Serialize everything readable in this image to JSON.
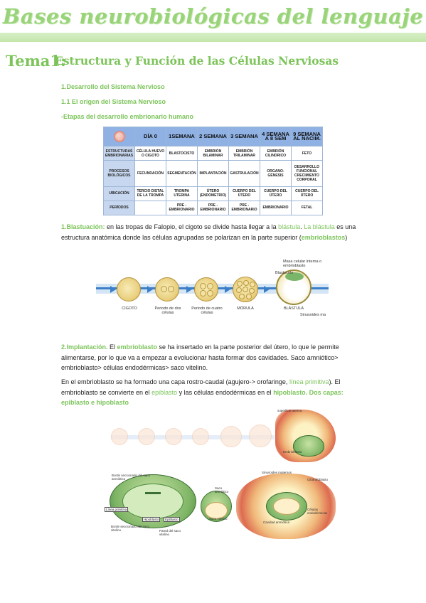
{
  "header": {
    "title": "Bases neurobiológicas del lenguaje",
    "tema_label": "Tema1:",
    "tema_title": "Estructura y Función de las Células Nerviosas"
  },
  "sections": {
    "s1": "1.Desarrollo del Sistema Nervioso",
    "s1_1": "1.1 El origen del Sistema Nervioso",
    "s_etapas": "-Etapas del desarrollo embrionario humano"
  },
  "table": {
    "headers": [
      "DÍA 0",
      "1SEMANA",
      "2 SEMANA",
      "3 SEMANA",
      "4 SEMANA A 8 SEM",
      "9 SEMANA AL NACIM."
    ],
    "rows": [
      {
        "label": "ESTRUCTURAS EMBRIONARIAS",
        "cells": [
          "CÉLULA HUEVO O CIGOTO",
          "BLASTOCISTO",
          "EMBRIÓN BILAMINAR",
          "EMBRIÓN TRILAMINAR",
          "EMBRIÓN CILINDRICO",
          "FETO"
        ]
      },
      {
        "label": "PROCESOS BIOLÓGICOS",
        "cells": [
          "FECUNDACIÓN",
          "SEGMENTACIÓN",
          "IMPLANTACIÓN",
          "GASTRULACIÓN",
          "ORGANO-GÉNESIS",
          "DESARROLLO FUNCIONAL CRECIMIENTO CORPORAL"
        ]
      },
      {
        "label": "UBICACIÓN",
        "cells": [
          "TERCIO DISTAL DE LA TROMPA",
          "TROMPA UTERINA",
          "ÚTERO (ENDOMETRIO)",
          "CUERPO DEL ÚTERO",
          "CUERPO DEL ÚTERO",
          "CUERPO DEL ÚTERO"
        ]
      },
      {
        "label": "PERÍODOS",
        "cells": [
          "",
          "PRE - EMBRIONARIO",
          "PRE - EMBRIONARIO",
          "PRE - EMBRIONARIO",
          "EMBRIONARIO",
          "FETAL"
        ]
      }
    ]
  },
  "para1": {
    "term": "1.Blastuación:",
    "t1": " en las tropas de Falopio, el cigoto se divide hasta llegar a la ",
    "k1": "blástula",
    "t2": ". ",
    "k2": "La blástula",
    "t3": " es una estructura anatómica donde las células agrupadas se polarizan en la parte superior (",
    "k3": "embrioblastos",
    "t4": ")"
  },
  "diagram1": {
    "labels": [
      "CIGOTO",
      "Periodo de dos células",
      "Periodo de cuatro células",
      "MÓRULA",
      "BLÁSTULA"
    ],
    "blastocele": "Blastocele",
    "masa": "Masa celular interna o embrioblasto",
    "sinusoides": "Sinusoides ma"
  },
  "para2": {
    "term": "2.Implantación.",
    "t1": " El ",
    "k1": "embrioblasto",
    "t2": " se ha insertado en la parte posterior del útero, lo que le permite alimentarse, por lo que va a empezar a evolucionar hasta formar dos cavidades. Saco amniótico> embrioblasto> células endodérmicas> saco vitelino."
  },
  "para3": {
    "t1": "En el embrioblasto se ha formado una capa rostro-caudal (agujero-> orofaringe, ",
    "k1": "línea primitiva",
    "t2": "). El embrioblasto se convierte en el ",
    "k2": "epiblasto",
    "t3": " y las células endodérmicas en el ",
    "k3": "hipoblasto. Dos capas: epiblasto e hipoblasto"
  },
  "diagram2": {
    "superficie": "superficie uterina",
    "embrioblasto": "Embrioblasto",
    "sinusoides": "Sinusoides maternos",
    "borde1": "Borde seccionado del saco amniótico",
    "saco_amn": "Saco amniótico",
    "linea": "Línea primitiva",
    "hipoblasto": "Hipoblasto",
    "epiblasto": "Epiblasto",
    "borde2": "Borde seccionado del saco vitelino",
    "pared": "Pared del saco vitelino",
    "saco_vit": "Saco vitelino",
    "cavidad": "Cavidad amniótica",
    "celulas": "Células endodérmicas",
    "citotro": "Citotrofoblasto"
  }
}
